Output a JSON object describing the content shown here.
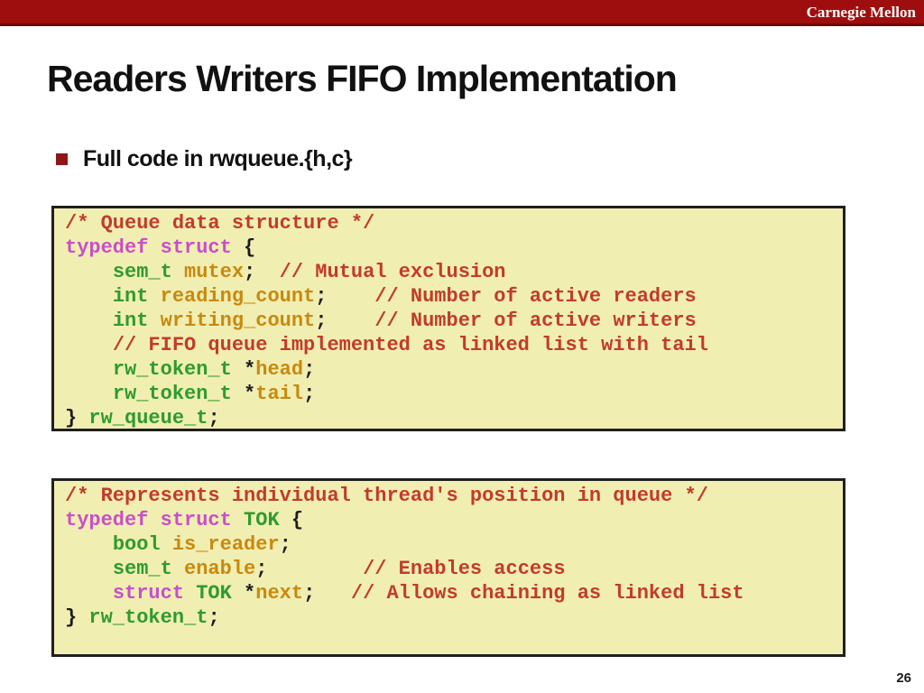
{
  "header": {
    "brand": "Carnegie Mellon",
    "bar_color": "#9E0E0E"
  },
  "title": "Readers Writers FIFO Implementation",
  "bullet": {
    "label": "Full code in rwqueue.{h,c}",
    "marker_color": "#8F1717"
  },
  "page_number": "26",
  "colors": {
    "code_background": "#F1EEB2",
    "code_border": "#1F1F1F",
    "comment": "#C23B2B",
    "keyword": "#C84FC8",
    "type": "#2E9B2E",
    "variable": "#C8890E",
    "plain": "#1C1C1C"
  },
  "code_blocks": [
    {
      "name": "queue-struct",
      "lines": [
        [
          [
            "c",
            "/* Queue data structure */"
          ]
        ],
        [
          [
            "k",
            "typedef"
          ],
          [
            "p",
            " "
          ],
          [
            "k",
            "struct"
          ],
          [
            "p",
            " {"
          ]
        ],
        [
          [
            "p",
            "    "
          ],
          [
            "t",
            "sem_t"
          ],
          [
            "p",
            " "
          ],
          [
            "v",
            "mutex"
          ],
          [
            "p",
            ";  "
          ],
          [
            "c",
            "// Mutual exclusion"
          ]
        ],
        [
          [
            "p",
            "    "
          ],
          [
            "t",
            "int"
          ],
          [
            "p",
            " "
          ],
          [
            "v",
            "reading_count"
          ],
          [
            "p",
            ";    "
          ],
          [
            "c",
            "// Number of active readers"
          ]
        ],
        [
          [
            "p",
            "    "
          ],
          [
            "t",
            "int"
          ],
          [
            "p",
            " "
          ],
          [
            "v",
            "writing_count"
          ],
          [
            "p",
            ";    "
          ],
          [
            "c",
            "// Number of active writers"
          ]
        ],
        [
          [
            "p",
            "    "
          ],
          [
            "c",
            "// FIFO queue implemented as linked list with tail"
          ]
        ],
        [
          [
            "p",
            "    "
          ],
          [
            "t",
            "rw_token_t"
          ],
          [
            "p",
            " *"
          ],
          [
            "v",
            "head"
          ],
          [
            "p",
            ";"
          ]
        ],
        [
          [
            "p",
            "    "
          ],
          [
            "t",
            "rw_token_t"
          ],
          [
            "p",
            " *"
          ],
          [
            "v",
            "tail"
          ],
          [
            "p",
            ";"
          ]
        ],
        [
          [
            "p",
            "} "
          ],
          [
            "t",
            "rw_queue_t"
          ],
          [
            "p",
            ";"
          ]
        ]
      ]
    },
    {
      "name": "token-struct",
      "lines": [
        [
          [
            "c",
            "/* Represents individual thread's position in queue */"
          ]
        ],
        [
          [
            "k",
            "typedef"
          ],
          [
            "p",
            " "
          ],
          [
            "k",
            "struct"
          ],
          [
            "p",
            " "
          ],
          [
            "t",
            "TOK"
          ],
          [
            "p",
            " {"
          ]
        ],
        [
          [
            "p",
            "    "
          ],
          [
            "t",
            "bool"
          ],
          [
            "p",
            " "
          ],
          [
            "v",
            "is_reader"
          ],
          [
            "p",
            ";"
          ]
        ],
        [
          [
            "p",
            "    "
          ],
          [
            "t",
            "sem_t"
          ],
          [
            "p",
            " "
          ],
          [
            "v",
            "enable"
          ],
          [
            "p",
            ";        "
          ],
          [
            "c",
            "// Enables access"
          ]
        ],
        [
          [
            "p",
            "    "
          ],
          [
            "k",
            "struct"
          ],
          [
            "p",
            " "
          ],
          [
            "t",
            "TOK"
          ],
          [
            "p",
            " *"
          ],
          [
            "v",
            "next"
          ],
          [
            "p",
            ";   "
          ],
          [
            "c",
            "// Allows chaining as linked list"
          ]
        ],
        [
          [
            "p",
            "} "
          ],
          [
            "t",
            "rw_token_t"
          ],
          [
            "p",
            ";"
          ]
        ]
      ]
    }
  ]
}
